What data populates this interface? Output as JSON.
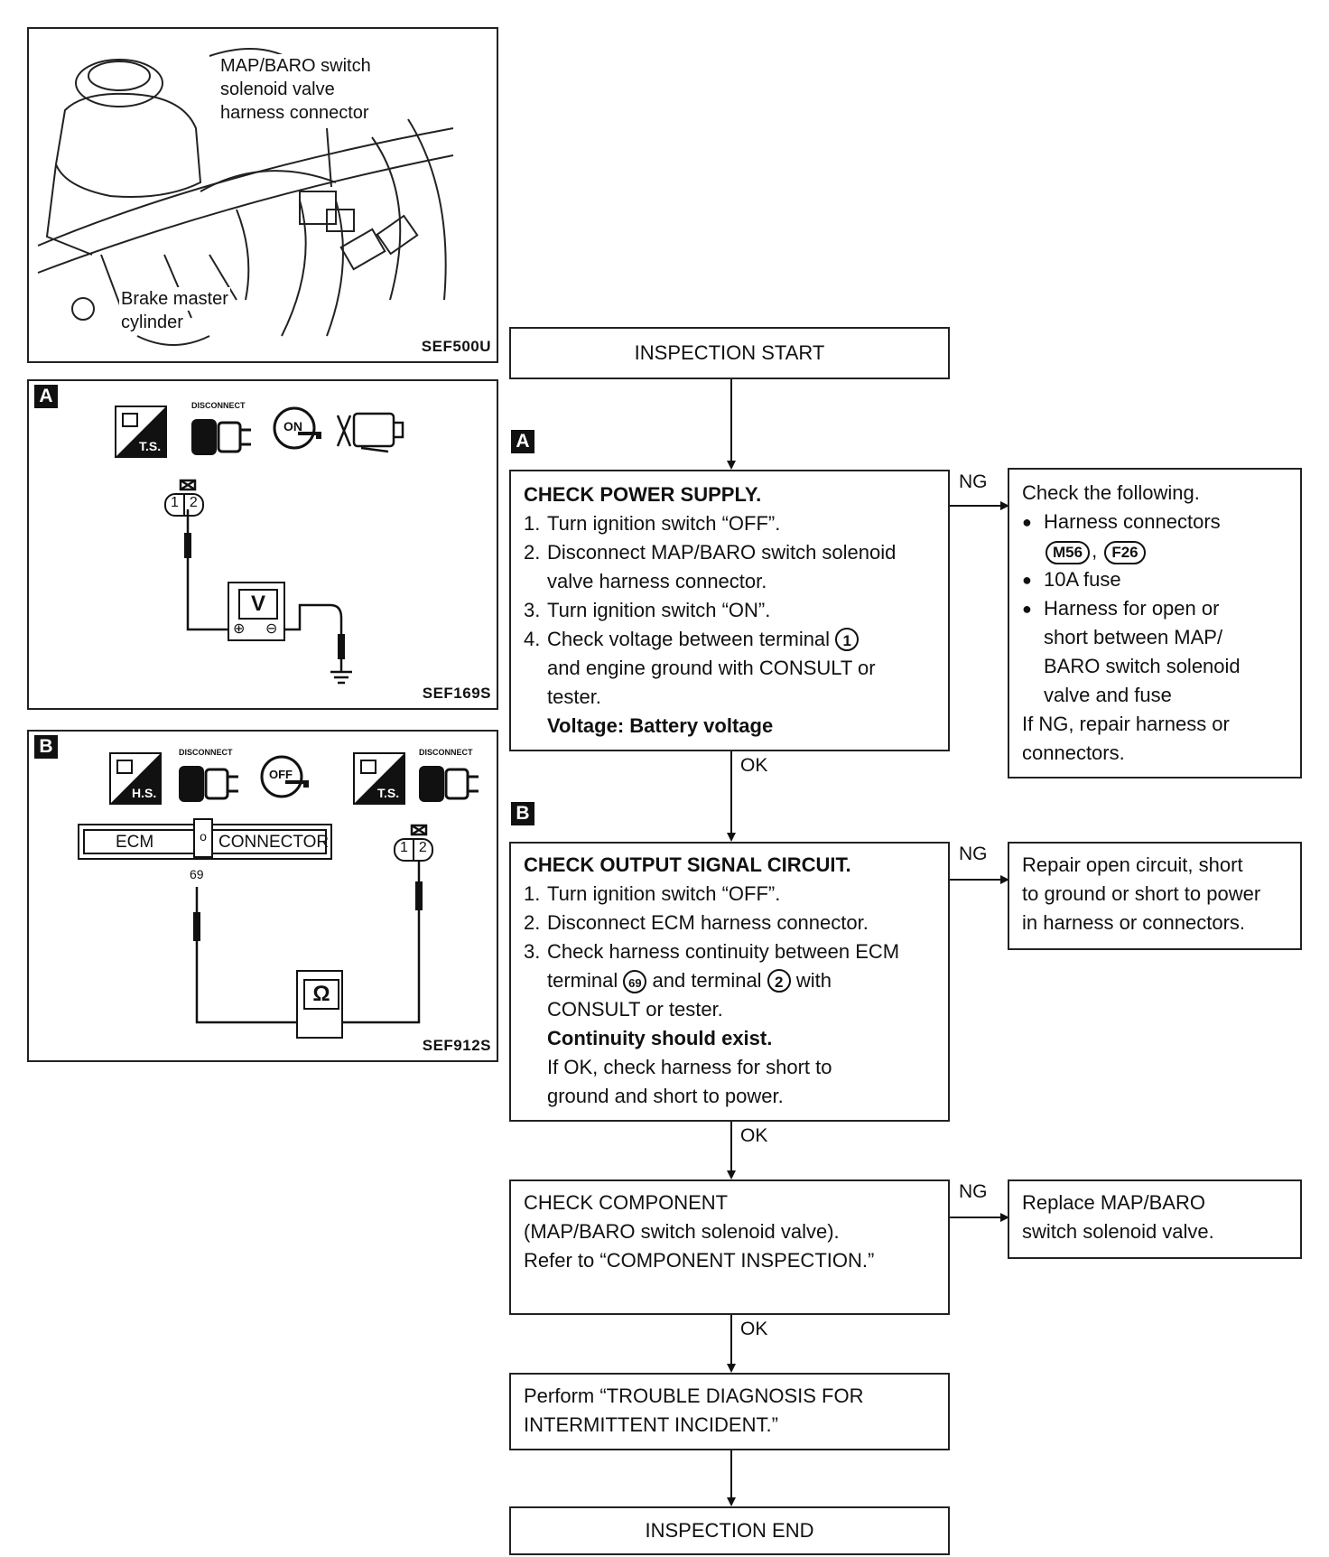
{
  "photo_panel": {
    "label_connector": [
      "MAP/BARO switch",
      "solenoid valve",
      "harness connector"
    ],
    "label_cylinder": [
      "Brake master",
      "cylinder"
    ],
    "figure_id": "SEF500U"
  },
  "panel_a": {
    "tag": "A",
    "icons": [
      "ts-icon",
      "disconnect-icon",
      "ignition-on-icon",
      "engine-icon"
    ],
    "disconnect_text": "DISCONNECT",
    "ts_text": "T.S.",
    "on_text": "ON",
    "pin_1": "1",
    "pin_2": "2",
    "meter_symbol": "V",
    "plus": "⊕",
    "minus": "⊖",
    "figure_id": "SEF169S"
  },
  "panel_b": {
    "tag": "B",
    "disconnect_text": "DISCONNECT",
    "hs_text": "H.S.",
    "ts_text": "T.S.",
    "off_text": "OFF",
    "ecm_label": "ECM",
    "connector_label": "CONNECTOR",
    "terminal_69": "69",
    "pin_1": "1",
    "pin_2": "2",
    "meter_symbol": "Ω",
    "figure_id": "SEF912S"
  },
  "flow": {
    "start": "INSPECTION START",
    "tag_a": "A",
    "tag_b": "B",
    "ng": "NG",
    "ok": "OK",
    "power_supply": {
      "title": "CHECK POWER SUPPLY.",
      "s1n": "1.",
      "s1": "Turn ignition switch “OFF”.",
      "s2n": "2.",
      "s2a": "Disconnect MAP/BARO switch solenoid",
      "s2b": "valve harness connector.",
      "s3n": "3.",
      "s3": "Turn ignition switch “ON”.",
      "s4n": "4.",
      "s4a": "Check voltage between terminal",
      "s4_term": "1",
      "s4b": "and engine ground with CONSULT or",
      "s4c": "tester.",
      "result": "Voltage: Battery voltage"
    },
    "power_ng": {
      "intro": "Check the following.",
      "b1": "Harness connectors",
      "conn_a": "M56",
      "conn_sep": ",",
      "conn_b": "F26",
      "b2": "10A fuse",
      "b3a": "Harness for open or",
      "b3b": "short between MAP/",
      "b3c": "BARO switch solenoid",
      "b3d": "valve and fuse",
      "tail_a": "If NG, repair harness or",
      "tail_b": "connectors."
    },
    "output_signal": {
      "title": "CHECK OUTPUT SIGNAL CIRCUIT.",
      "s1n": "1.",
      "s1": "Turn ignition switch “OFF”.",
      "s2n": "2.",
      "s2": "Disconnect ECM harness connector.",
      "s3n": "3.",
      "s3a": "Check harness continuity between ECM",
      "s3b_pre": "terminal",
      "s3_term69": "69",
      "s3b_mid": "and terminal",
      "s3_term2": "2",
      "s3b_post": "with",
      "s3c": "CONSULT or tester.",
      "result": "Continuity should exist.",
      "note_a": "If OK, check harness for short to",
      "note_b": "ground and short to power."
    },
    "output_ng": {
      "a": "Repair open circuit, short",
      "b": "to ground or short to power",
      "c": "in harness or connectors."
    },
    "component": {
      "a": "CHECK COMPONENT",
      "b": "(MAP/BARO switch solenoid valve).",
      "c": "Refer to “COMPONENT INSPECTION.”"
    },
    "component_ng": {
      "a": "Replace MAP/BARO",
      "b": "switch solenoid valve."
    },
    "intermittent": {
      "a": "Perform “TROUBLE DIAGNOSIS FOR",
      "b": "INTERMITTENT INCIDENT.”"
    },
    "end": "INSPECTION END"
  }
}
